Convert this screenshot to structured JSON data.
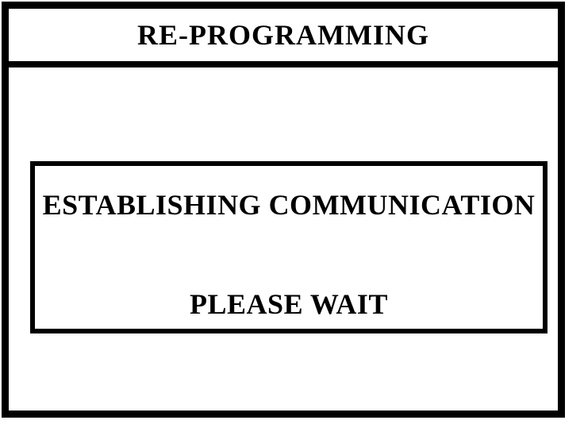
{
  "window": {
    "title": "RE-PROGRAMMING"
  },
  "dialog": {
    "status_message": "ESTABLISHING COMMUNICATION",
    "wait_message": "PLEASE WAIT"
  },
  "colors": {
    "foreground": "#000000",
    "background": "#ffffff"
  }
}
